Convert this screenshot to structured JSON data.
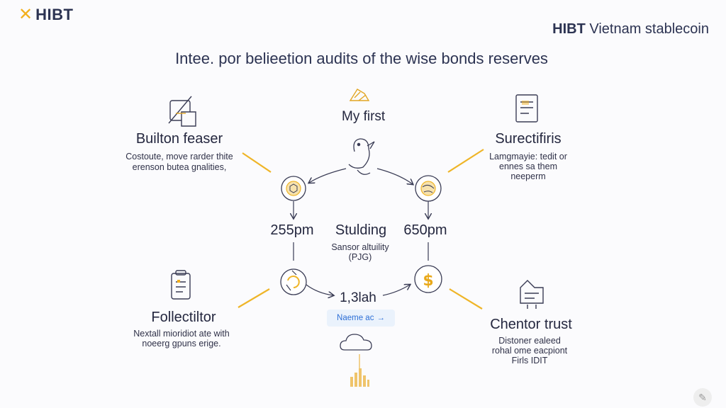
{
  "brand": {
    "logo_text": "HIBT",
    "tagline_prefix": "HIBT",
    "tagline_rest": " Vietnam stablecoin"
  },
  "headline": "Intee. por belieetion audits of the wise bonds reserves",
  "center": {
    "top_label": "My first",
    "left_metric": "255pm",
    "middle_metric": "Stulding",
    "right_metric": "650pm",
    "middle_sub_1": "Sansor altuility",
    "middle_sub_2": "(PJG)",
    "bottom_metric": "1,3lah",
    "pill_label": "Naeme ac",
    "pill_arrow": "→"
  },
  "cards": {
    "top_left": {
      "title": "Builton feaser",
      "line1": "Costoute, move rarder thite",
      "line2": "erenson butea gnalities,"
    },
    "top_right": {
      "title": "Surectifiris",
      "line1": "Lamgmayie: tedit or",
      "line2": "ennes sa them",
      "line3": "neeperm"
    },
    "bottom_left": {
      "title": "Follectiltor",
      "line1": "Nextall mioridiot ate with",
      "line2": "noeerg gpuns erige."
    },
    "bottom_right": {
      "title": "Chentor trust",
      "line1": "Distoner ealeed",
      "line2": "rohal ome eacpiont",
      "line3": "Firls IDIT"
    }
  },
  "colors": {
    "accent": "#f2b01e",
    "ink": "#2c3352",
    "pill_text": "#2d6fd6",
    "pill_bg": "#eaf2fc"
  },
  "icons": [
    "x-logo-icon",
    "pencil-square-icon",
    "document-icon",
    "checklist-clipboard-icon",
    "presenter-board-icon",
    "bird-mascot-icon",
    "cube-node-icon",
    "globe-node-icon",
    "refresh-node-icon",
    "dollar-node-icon",
    "cloud-icon",
    "bar-chart-icon",
    "handshake-icon"
  ]
}
